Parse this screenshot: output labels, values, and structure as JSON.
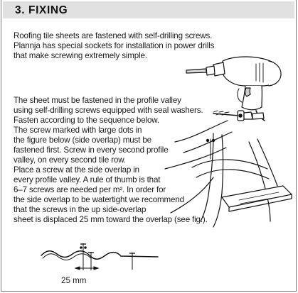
{
  "section": {
    "heading": "3. FIXING"
  },
  "intro": {
    "lines": [
      "Roofing tile sheets are fastened with self-drilling screws.",
      "Plannja has special sockets for installation in power drills",
      "that make screwing extremely simple."
    ]
  },
  "instructions": {
    "lines": [
      "The sheet must be fastened in the profile valley",
      "using self-drilling screws equipped with seal washers.",
      "Fasten according to the sequence below.",
      "The screw marked with large dots in",
      "the figure below (side overlap) must be",
      "fastened first. Screw in every second profile",
      "valley, on every second tile row.",
      "Place a screw at the side overlap in",
      "every profile valley. A rule of thumb is that",
      "6–7 screws are needed per m². In order for",
      "the side overlap to be watertight we recommend",
      "that the screws in the up side-overlap",
      "sheet is displaced 25 mm toward the overlap (see fig.)."
    ]
  },
  "figure": {
    "dimension_label": "25 mm"
  }
}
